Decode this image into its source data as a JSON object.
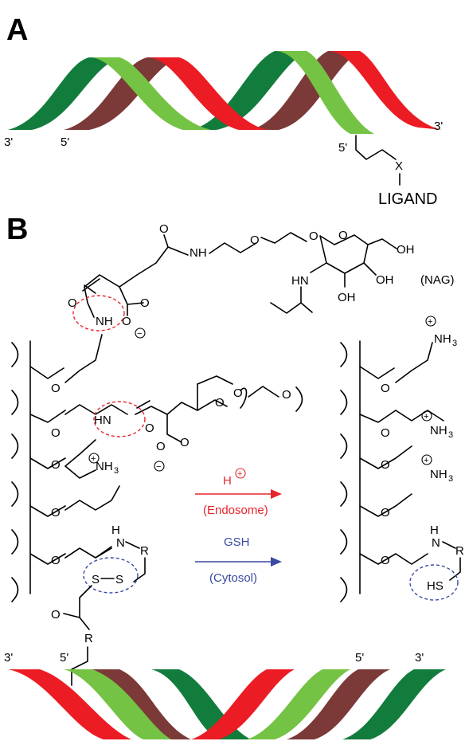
{
  "panel_a": {
    "label": "A",
    "end_3_left": "3'",
    "end_5_left": "5'",
    "end_3_right": "3'",
    "end_5_linker": "5'",
    "linker_atom": "X",
    "ligand": "LIGAND"
  },
  "panel_b": {
    "label": "B",
    "nag": "(NAG)",
    "atoms": {
      "o": "O",
      "nh": "NH",
      "hn": "HN",
      "n": "N",
      "h": "H",
      "oh": "OH",
      "nh3": "NH",
      "nh3_sub": "3",
      "r": "R",
      "s": "S",
      "hs": "HS",
      "minus": "−",
      "plus": "+"
    },
    "arrow_acid_top": "H",
    "arrow_acid_bottom": "(Endosome)",
    "arrow_gsh_top": "GSH",
    "arrow_gsh_bottom": "(Cytosol)",
    "end_3_left": "3'",
    "end_5_left": "5'",
    "end_5_right": "5'",
    "end_3_right": "3'"
  },
  "colors": {
    "dark_green": "#127c3c",
    "light_green": "#74c344",
    "maroon": "#7b3a38",
    "red": "#ec1c24",
    "acid_red": "#e8242b",
    "gsh_blue": "#3a4aa4"
  }
}
